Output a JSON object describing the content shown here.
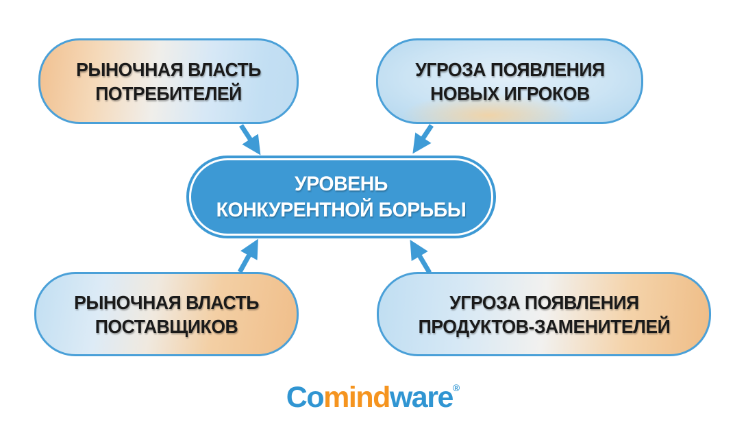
{
  "diagram": {
    "type": "five-forces",
    "center": {
      "line1": "УРОВЕНЬ",
      "line2": "КОНКУРЕНТНОЙ БОРЬБЫ"
    },
    "forces": [
      {
        "id": "buyer-power",
        "position": "top-left",
        "line1": "РЫНОЧНАЯ ВЛАСТЬ",
        "line2": "ПОТРЕБИТЕЛЕЙ"
      },
      {
        "id": "new-entrants",
        "position": "top-right",
        "line1": "УГРОЗА ПОЯВЛЕНИЯ",
        "line2": "НОВЫХ ИГРОКОВ"
      },
      {
        "id": "supplier-power",
        "position": "bottom-left",
        "line1": "РЫНОЧНАЯ ВЛАСТЬ",
        "line2": "ПОСТАВЩИКОВ"
      },
      {
        "id": "substitutes",
        "position": "bottom-right",
        "line1": "УГРОЗА ПОЯВЛЕНИЯ",
        "line2": "ПРОДУКТОВ-ЗАМЕНИТЕЛЕЙ"
      }
    ]
  },
  "logo": {
    "text_blue_start": "Co",
    "text_orange": "mind",
    "text_blue_end": "ware",
    "registered_mark": "®"
  },
  "colors": {
    "arrow": "#3E9BD6",
    "pill_border": "#4AA0D8",
    "center_fill": "#3D99D4",
    "center_text": "#FFFFFF",
    "force_text": "#1A1A1A",
    "gradient_orange": "#F2C292",
    "gradient_blue": "#BEDDF2",
    "logo_blue": "#3095D2",
    "logo_orange": "#F5941F"
  }
}
